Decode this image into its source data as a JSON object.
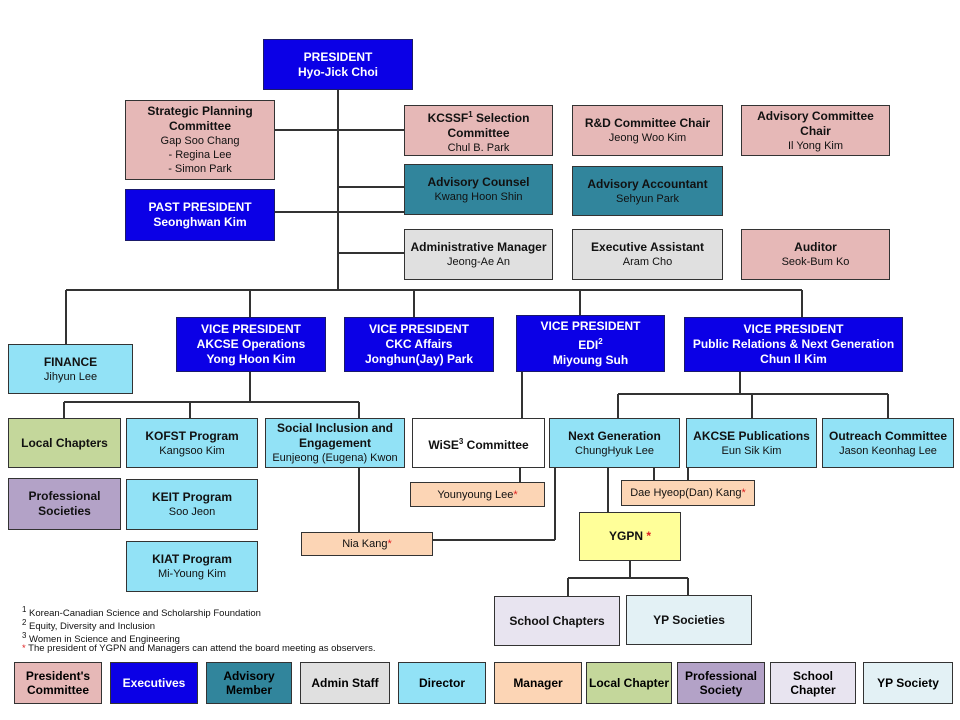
{
  "nodes": {
    "president": {
      "title": "PRESIDENT",
      "name": "Hyo-Jick Choi"
    },
    "strategic": {
      "title": "Strategic Planning Committee",
      "lines": [
        "Gap Soo  Chang",
        "- Regina Lee",
        "- Simon Park"
      ]
    },
    "past_president": {
      "title": "PAST PRESIDENT",
      "name": "Seonghwan Kim"
    },
    "kcssf": {
      "title": "KCSSF",
      "sup": "1",
      "title_rest": " Selection Committee",
      "name": "Chul B. Park"
    },
    "rnd": {
      "title": "R&D Committee Chair",
      "name": "Jeong Woo Kim"
    },
    "advisory_chair": {
      "title": "Advisory Committee Chair",
      "name": "Il Yong Kim"
    },
    "advisory_counsel": {
      "title": "Advisory Counsel",
      "name": "Kwang Hoon Shin"
    },
    "advisory_accountant": {
      "title": "Advisory Accountant",
      "name": "Sehyun Park"
    },
    "admin_manager": {
      "title": "Administrative Manager",
      "name": "Jeong-Ae An"
    },
    "exec_assistant": {
      "title": "Executive Assistant",
      "name": "Aram Cho"
    },
    "auditor": {
      "title": "Auditor",
      "name": "Seok-Bum Ko"
    },
    "finance": {
      "title": "FINANCE",
      "name": "Jihyun Lee"
    },
    "vp_akcse": {
      "title": "VICE PRESIDENT",
      "sub": "AKCSE Operations",
      "name": "Yong Hoon Kim"
    },
    "vp_ckc": {
      "title": "VICE PRESIDENT",
      "sub": "CKC Affairs",
      "name": "Jonghun(Jay) Park"
    },
    "vp_edi": {
      "title": "VICE PRESIDENT",
      "sub": "EDI",
      "sub_sup": "2",
      "name": "Miyoung Suh"
    },
    "vp_pr": {
      "title": "VICE PRESIDENT",
      "sub": "Public Relations & Next Generation",
      "name": "Chun Il Kim"
    },
    "local_chapters": {
      "title": "Local Chapters"
    },
    "professional_societies": {
      "title": "Professional Societies"
    },
    "kofst": {
      "title": "KOFST Program",
      "name": "Kangsoo Kim"
    },
    "keit": {
      "title": "KEIT Program",
      "name": "Soo Jeon"
    },
    "kiat": {
      "title": "KIAT Program",
      "name": "Mi-Young Kim"
    },
    "social": {
      "title": "Social Inclusion and Engagement",
      "name": "Eunjeong (Eugena) Kwon"
    },
    "wise": {
      "title": "WiSE",
      "sup": "3",
      "title_rest": " Committee"
    },
    "next_gen": {
      "title": "Next Generation",
      "name": "ChungHyuk Lee"
    },
    "publications": {
      "title": "AKCSE Publications",
      "name": "Eun Sik Kim"
    },
    "outreach": {
      "title": "Outreach Committee",
      "name": "Jason Keonhag Lee"
    },
    "younyoung": {
      "name": "Younyoung Lee",
      "star": "*"
    },
    "dae_hyeop": {
      "name": "Dae Hyeop(Dan) Kang",
      "star": "*"
    },
    "nia": {
      "name": "Nia Kang",
      "star": "*"
    },
    "ygpn": {
      "title": "YGPN ",
      "star": "*"
    },
    "school_chapters": {
      "title": "School Chapters"
    },
    "yp_societies": {
      "title": "YP Societies"
    }
  },
  "footnotes": [
    {
      "mark": "1",
      "text": " Korean-Canadian Science and Scholarship Foundation"
    },
    {
      "mark": "2",
      "text": " Equity, Diversity and Inclusion"
    },
    {
      "mark": "3",
      "text": " Women in Science and Engineering"
    },
    {
      "mark": "*",
      "text": " The president of YGPN and Managers can attend the board meeting as observers."
    }
  ],
  "legend": [
    {
      "label": "President's Committee",
      "color": "#E6B8B7"
    },
    {
      "label": "Executives",
      "color": "#0B00E6"
    },
    {
      "label": "Advisory Member",
      "color": "#31859C"
    },
    {
      "label": "Admin Staff",
      "color": "#E0E0E0"
    },
    {
      "label": "Director",
      "color": "#92E2F6"
    },
    {
      "label": "Manager",
      "color": "#FCD5B5"
    },
    {
      "label": "Local Chapter",
      "color": "#C4D79B"
    },
    {
      "label": "Professional Society",
      "color": "#B3A2C7"
    },
    {
      "label": "School Chapter",
      "color": "#E8E4F0"
    },
    {
      "label": "YP Society",
      "color": "#E3F1F5"
    }
  ]
}
